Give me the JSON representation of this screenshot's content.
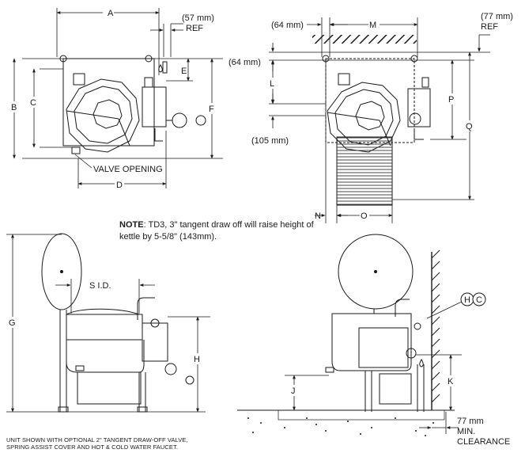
{
  "dimensions": {
    "A": "A",
    "B": "B",
    "C": "C",
    "D": "D",
    "E": "E",
    "F": "F",
    "G": "G",
    "H": "H",
    "J": "J",
    "K": "K",
    "L": "L",
    "M": "M",
    "N": "N",
    "O": "O",
    "P": "P",
    "Q": "Q",
    "S_id": "S I.D."
  },
  "measurements": {
    "ref_57": "(57 mm)",
    "ref_label_1": "REF",
    "top_64": "(64 mm)",
    "side_64": "(64 mm)",
    "ref_77": "(77 mm)",
    "ref_label_2": "REF",
    "side_105": "(105 mm)",
    "clearance_77": "77 mm",
    "clearance_min": "MIN.",
    "clearance_word": "CLEARANCE"
  },
  "labels": {
    "valve_opening": "VALVE OPENING",
    "hot_symbol": "H",
    "cold_symbol": "C"
  },
  "note": {
    "label": "NOTE",
    "text": ": TD3, 3\" tangent draw off will raise height of kettle by 5-5/8\" (143mm)."
  },
  "footer": {
    "line1": "UNIT SHOWN WITH OPTIONAL 2\" TANGENT DRAW-OFF VALVE,",
    "line2": "SPRING ASSIST COVER AND HOT & COLD WATER FAUCET."
  }
}
